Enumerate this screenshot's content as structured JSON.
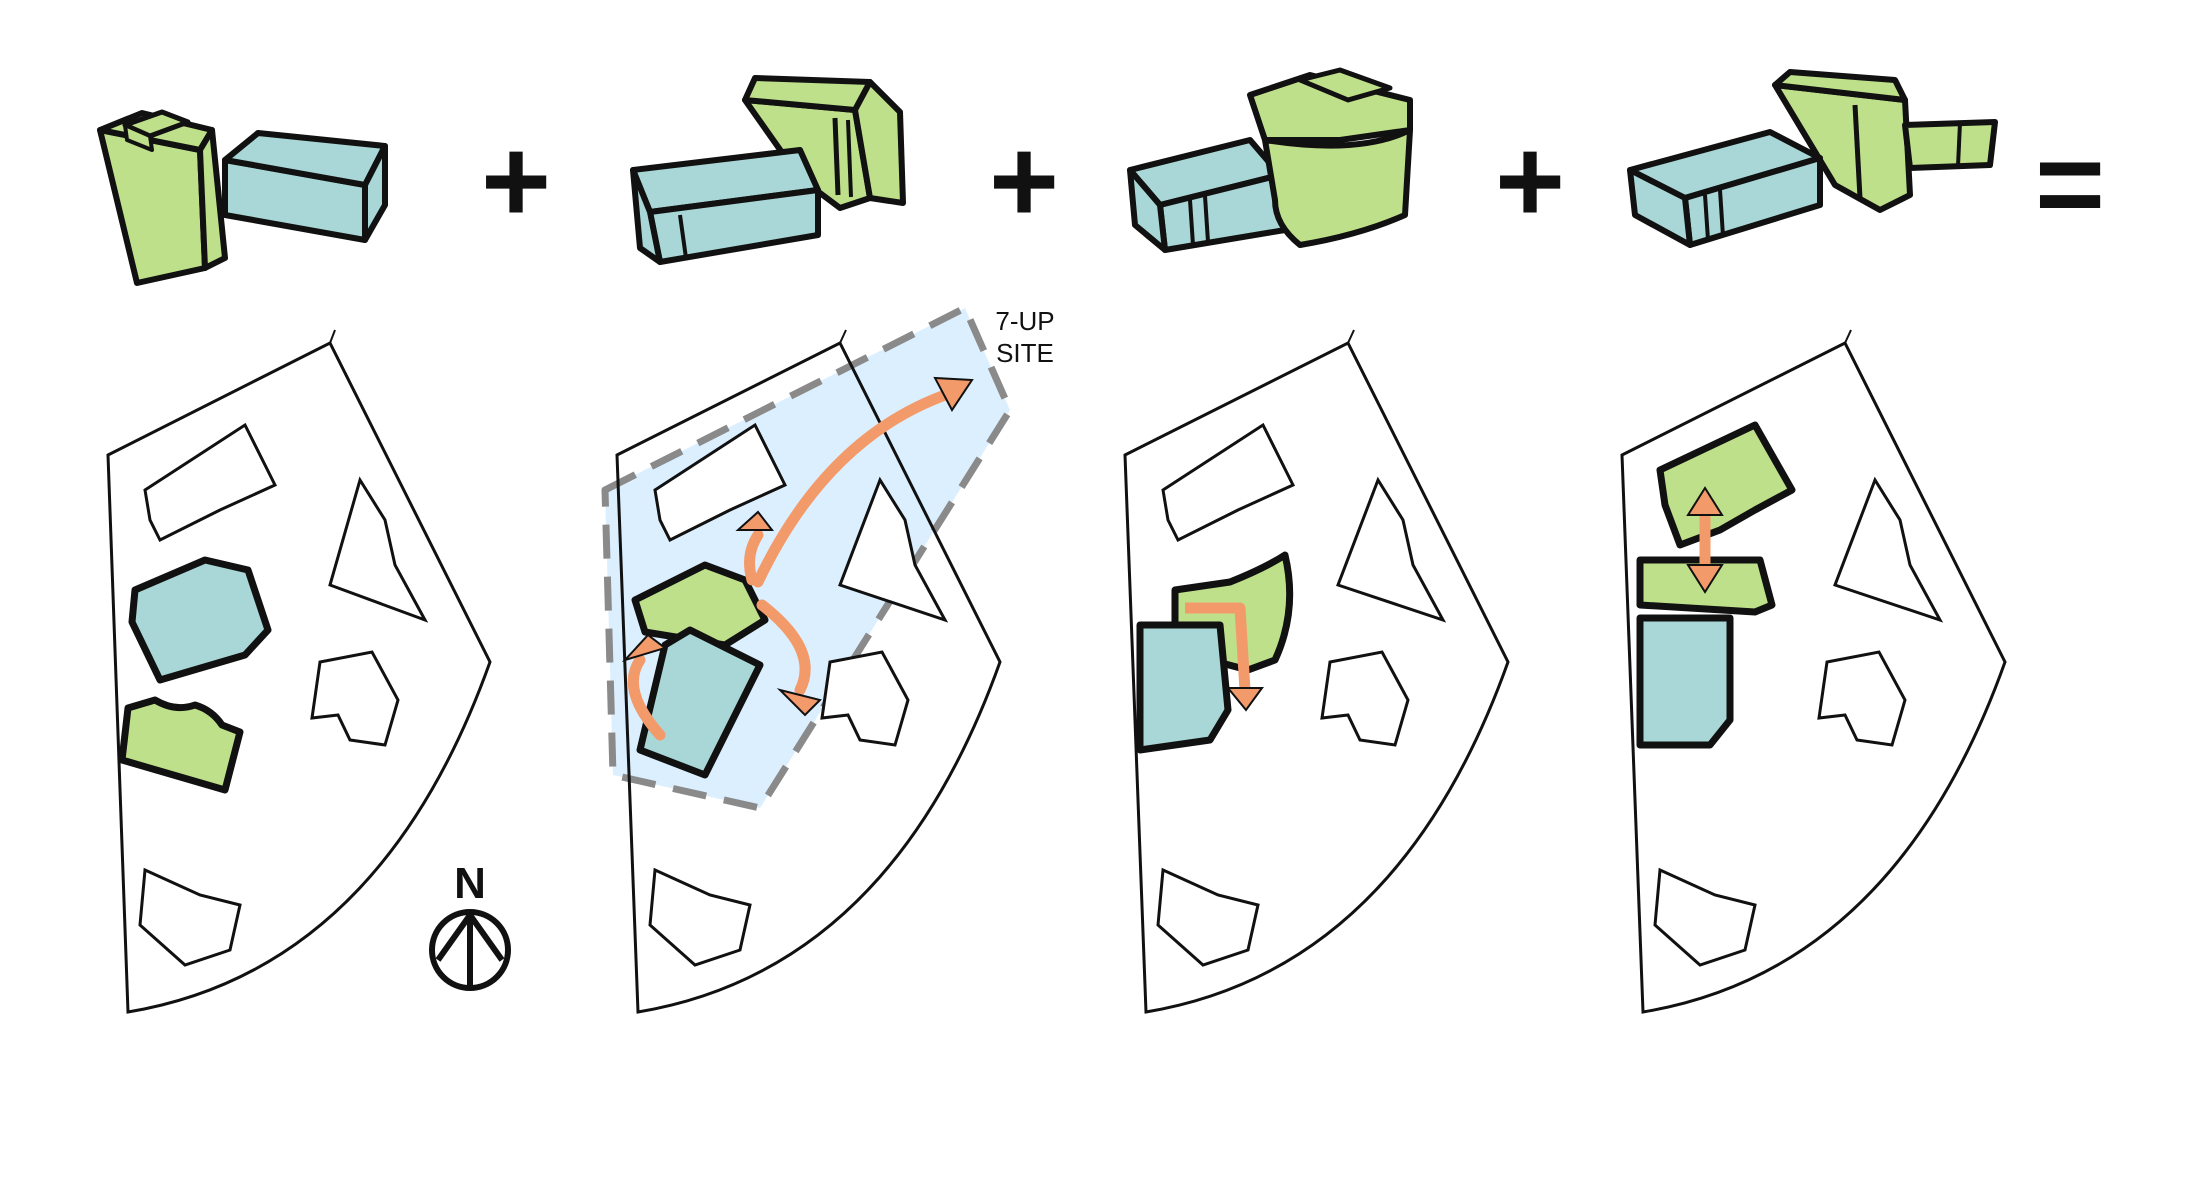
{
  "colors": {
    "green": "#bfe08a",
    "blue": "#a9d6d6",
    "site_fill": "#dcefff",
    "site_dash": "#8a8a8a",
    "arrow": "#f39a6b",
    "ink": "#111111"
  },
  "operators": {
    "plus_1": "+",
    "plus_2": "+",
    "plus_3": "+",
    "equals": "="
  },
  "site_label": {
    "line1": "7-UP",
    "line2": "SITE"
  },
  "north_arrow": {
    "letter": "N"
  }
}
